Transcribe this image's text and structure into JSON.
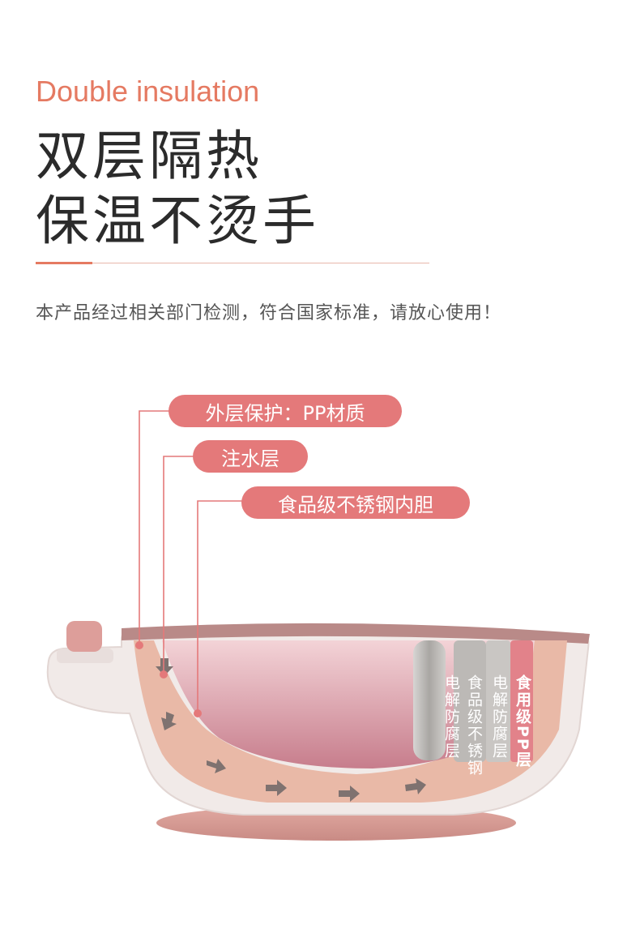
{
  "heading": {
    "english": "Double insulation",
    "line1": "双层隔热",
    "line2": "保温不烫手"
  },
  "description": "本产品经过相关部门检测，符合国家标准，请放心使用！",
  "callouts": {
    "outer": "外层保护：PP材质",
    "water": "注水层",
    "inner": "食品级不锈钢内胆"
  },
  "layers": {
    "electrolytic": "电解防腐层",
    "stainless": "食品级不锈钢",
    "anticorrosion": "电解防腐层",
    "pp": "食用级PP层"
  },
  "colors": {
    "accent": "#e57a62",
    "label_bg": "#e4797a",
    "bowl_shell": "#f1eae8",
    "bowl_inner": "#e7b4bb",
    "water_layer": "#e9b9a7",
    "base": "#d59c95"
  }
}
